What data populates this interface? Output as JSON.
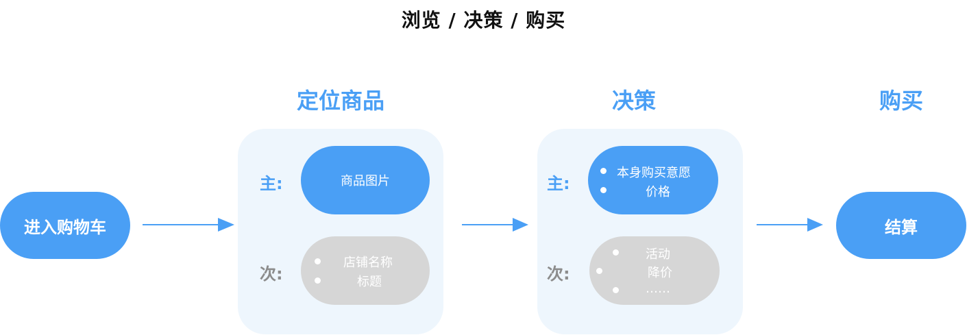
{
  "title": "浏览 / 决策 / 购买",
  "colors": {
    "accent": "#4a9ff5",
    "panel_bg": "#eef6fd",
    "secondary_pill": "#d6d6d6",
    "secondary_label": "#8c8c8c"
  },
  "start_node": "进入购物车",
  "end_node": "结算",
  "stages": {
    "locate": {
      "heading": "定位商品",
      "primary_label": "主:",
      "primary_text": "商品图片",
      "secondary_label": "次:",
      "secondary_items": [
        "店铺名称",
        "标题"
      ]
    },
    "decide": {
      "heading": "决策",
      "primary_label": "主:",
      "primary_items": [
        "本身购买意愿",
        "价格"
      ],
      "secondary_label": "次:",
      "secondary_items": [
        "活动",
        "降价",
        "……"
      ]
    },
    "buy": {
      "heading": "购买"
    }
  }
}
